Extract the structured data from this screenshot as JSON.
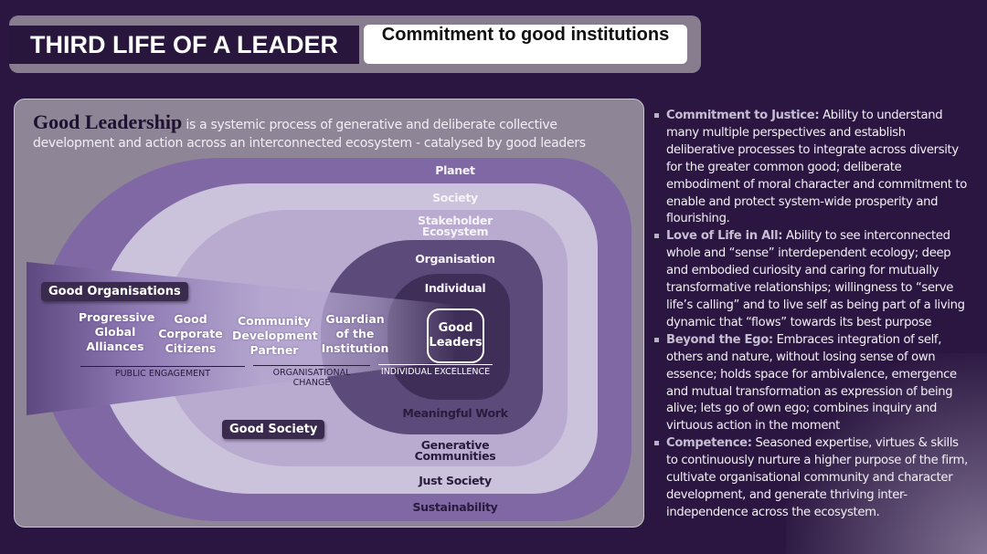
{
  "header": {
    "title": "THIRD LIFE OF A LEADER",
    "subtitle": "Commitment to good institutions"
  },
  "intro": {
    "bold": "Good Leadership",
    "text": " is a systemic process of generative and deliberate collective development and action across an interconnected ecosystem - catalysed by good leaders"
  },
  "rings": {
    "planet": "Planet",
    "society": "Society",
    "stakeholder": "Stakeholder Ecosystem",
    "organisation": "Organisation",
    "individual": "Individual",
    "meaningful_work": "Meaningful Work",
    "generative": "Generative Communities",
    "just_society": "Just Society",
    "sustainability": "Sustainability"
  },
  "tags": {
    "good_organisations": "Good Organisations",
    "good_society": "Good Society"
  },
  "roles": [
    "Progressive Global Alliances",
    "Good Corporate Citizens",
    "Community Development Partner",
    "Guardian of the Institution"
  ],
  "good_leaders": "Good Leaders",
  "sections": [
    "PUBLIC ENGAGEMENT",
    "ORGANISATIONAL CHANGE",
    "INDIVIDUAL EXCELLENCE"
  ],
  "bullets": [
    {
      "title": "Commitment to Justice:",
      "text": " Ability to understand many multiple perspectives and establish deliberative processes to integrate across diversity for the greater common good; deliberate embodiment of moral character and commitment to enable and protect system-wide prosperity and flourishing."
    },
    {
      "title": "Love of Life in All:",
      "text": " Ability to see interconnected whole and “sense” interdependent ecology; deep and embodied curiosity and caring for mutually transformative relationships; willingness to “serve life’s calling” and to live self as being part of a living dynamic that “flows” towards its best purpose"
    },
    {
      "title": "Beyond the Ego:",
      "text": " Embraces integration of self, others and nature, without losing sense of own essence; holds space for ambivalence, emergence and mutual transformation as expression of being alive; lets go of own ego; combines inquiry and virtuous action in the moment"
    },
    {
      "title": "Competence:",
      "text": " Seasoned expertise, virtues & skills to continuously nurture a higher purpose of the firm, cultivate organisational community and character development, and generate thriving inter-independence across the ecosystem."
    }
  ],
  "colors": {
    "background": "#2a1640",
    "planet": "#7f68a3",
    "society": "#cbc2dc",
    "stakeholder": "#b9abd0",
    "organisation": "#5c4a7a",
    "individual": "#3f2f58"
  }
}
